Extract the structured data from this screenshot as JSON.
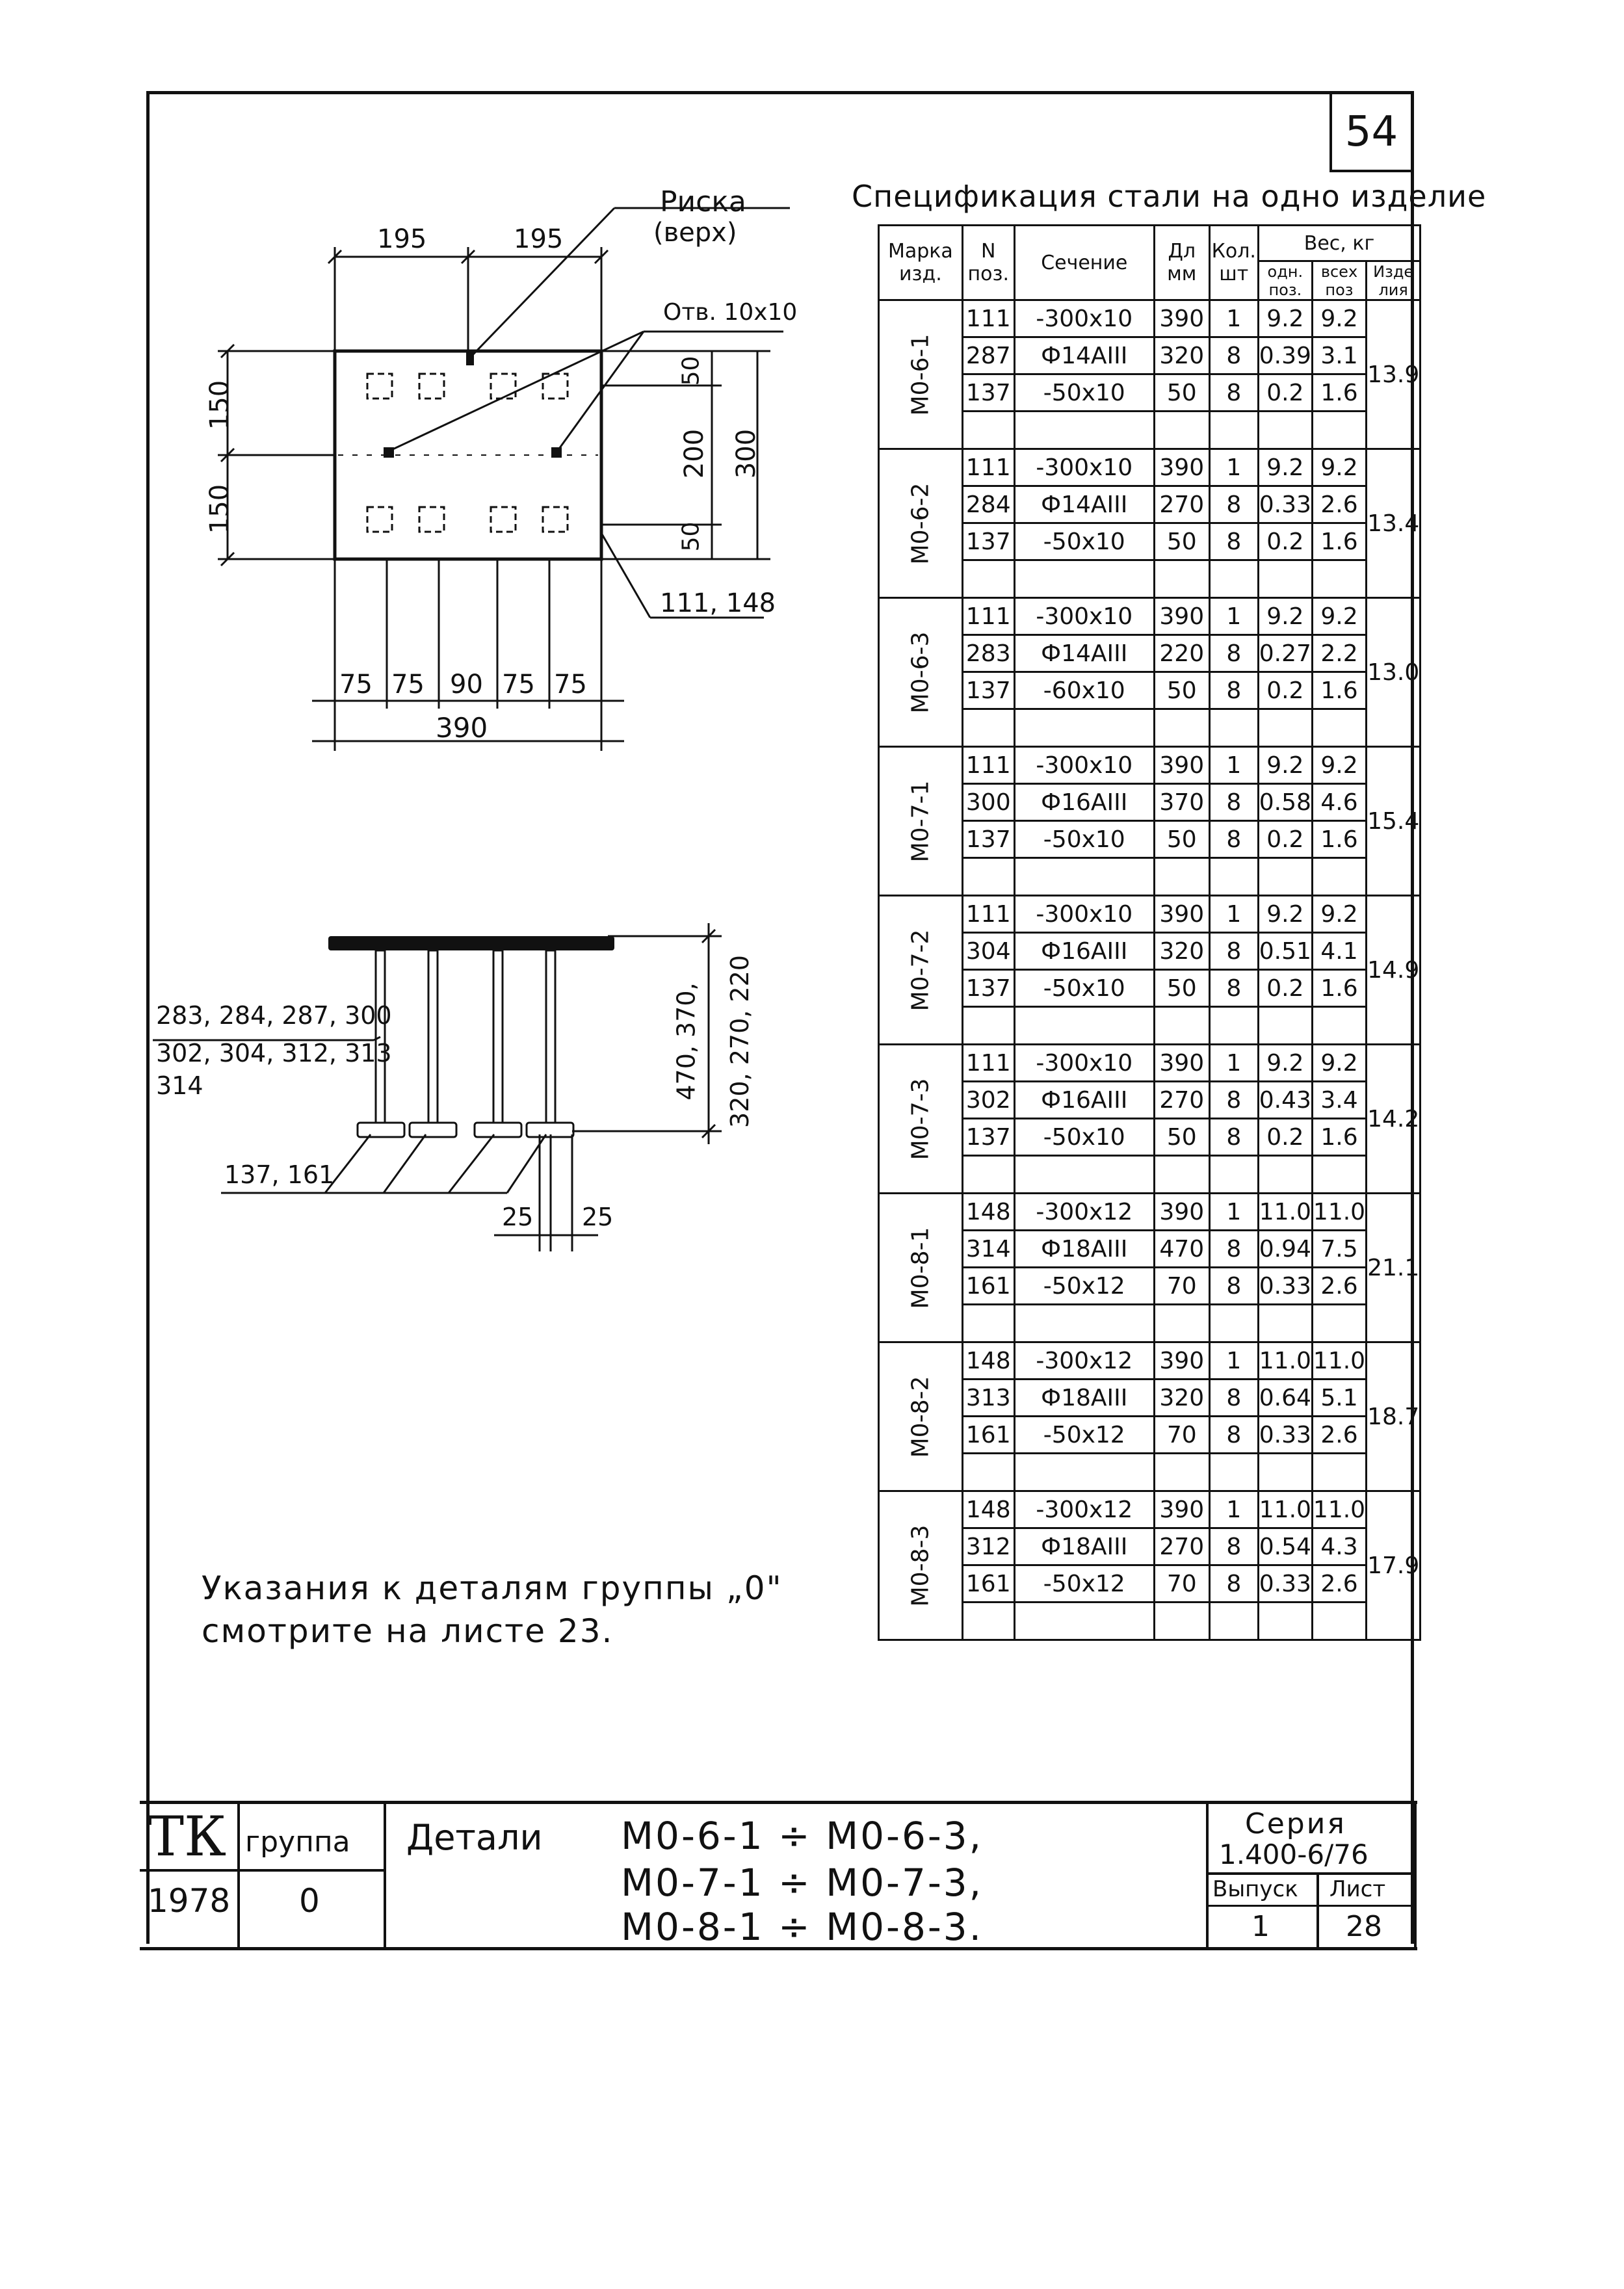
{
  "sheet_number": "54",
  "drawing": {
    "plan_labels": {
      "riska": "Риска",
      "riska_note": "(верх)",
      "hole": "Отв. 10х10",
      "dim_top_left": "195",
      "dim_top_right": "195",
      "dim_left_top": "150",
      "dim_left_bottom": "150",
      "dim_right_50_top": "50",
      "dim_right_200": "200",
      "dim_right_50_bottom": "50",
      "dim_right_300": "300",
      "pos_plate": "111, 148",
      "dims_bottom": [
        "75",
        "75",
        "90",
        "75",
        "75"
      ],
      "dim_total": "390"
    },
    "section_labels": {
      "rod_line1": "283, 284, 287, 300",
      "rod_line2": "302, 304, 312, 313",
      "rod_line3": "314",
      "washers": "137, 161",
      "height_1": "470, 370,",
      "height_2": "320, 270, 220",
      "dim_25_left": "25",
      "dim_25_right": "25"
    }
  },
  "spec": {
    "title": "Спецификация стали на одно изделие",
    "headers": {
      "mark_line1": "Марка",
      "mark_line2": "изд.",
      "pos_line1": "N",
      "pos_line2": "поз.",
      "section": "Сечение",
      "length_line1": "Дл",
      "length_line2": "мм",
      "qty_line1": "Кол.",
      "qty_line2": "шт",
      "weight": "Вес, кг",
      "w_one_line1": "одн.",
      "w_one_line2": "поз.",
      "w_all_line1": "всех",
      "w_all_line2": "поз",
      "w_item_line1": "Изде",
      "w_item_line2": "лия"
    },
    "groups": [
      {
        "mark": "М0-6-1",
        "total": "13.9",
        "rows": [
          {
            "pos": "111",
            "section": "-300х10",
            "length": "390",
            "qty": "1",
            "w_one": "9.2",
            "w_all": "9.2"
          },
          {
            "pos": "287",
            "section": "Ф14АIII",
            "length": "320",
            "qty": "8",
            "w_one": "0.39",
            "w_all": "3.1"
          },
          {
            "pos": "137",
            "section": "-50х10",
            "length": "50",
            "qty": "8",
            "w_one": "0.2",
            "w_all": "1.6"
          }
        ]
      },
      {
        "mark": "М0-6-2",
        "total": "13.4",
        "rows": [
          {
            "pos": "111",
            "section": "-300х10",
            "length": "390",
            "qty": "1",
            "w_one": "9.2",
            "w_all": "9.2"
          },
          {
            "pos": "284",
            "section": "Ф14АIII",
            "length": "270",
            "qty": "8",
            "w_one": "0.33",
            "w_all": "2.6"
          },
          {
            "pos": "137",
            "section": "-50х10",
            "length": "50",
            "qty": "8",
            "w_one": "0.2",
            "w_all": "1.6"
          }
        ]
      },
      {
        "mark": "М0-6-3",
        "total": "13.0",
        "rows": [
          {
            "pos": "111",
            "section": "-300х10",
            "length": "390",
            "qty": "1",
            "w_one": "9.2",
            "w_all": "9.2"
          },
          {
            "pos": "283",
            "section": "Ф14АIII",
            "length": "220",
            "qty": "8",
            "w_one": "0.27",
            "w_all": "2.2"
          },
          {
            "pos": "137",
            "section": "-60х10",
            "length": "50",
            "qty": "8",
            "w_one": "0.2",
            "w_all": "1.6"
          }
        ]
      },
      {
        "mark": "М0-7-1",
        "total": "15.4",
        "rows": [
          {
            "pos": "111",
            "section": "-300х10",
            "length": "390",
            "qty": "1",
            "w_one": "9.2",
            "w_all": "9.2"
          },
          {
            "pos": "300",
            "section": "Ф16АIII",
            "length": "370",
            "qty": "8",
            "w_one": "0.58",
            "w_all": "4.6"
          },
          {
            "pos": "137",
            "section": "-50х10",
            "length": "50",
            "qty": "8",
            "w_one": "0.2",
            "w_all": "1.6"
          }
        ]
      },
      {
        "mark": "М0-7-2",
        "total": "14.9",
        "rows": [
          {
            "pos": "111",
            "section": "-300х10",
            "length": "390",
            "qty": "1",
            "w_one": "9.2",
            "w_all": "9.2"
          },
          {
            "pos": "304",
            "section": "Ф16АIII",
            "length": "320",
            "qty": "8",
            "w_one": "0.51",
            "w_all": "4.1"
          },
          {
            "pos": "137",
            "section": "-50х10",
            "length": "50",
            "qty": "8",
            "w_one": "0.2",
            "w_all": "1.6"
          }
        ]
      },
      {
        "mark": "М0-7-3",
        "total": "14.2",
        "rows": [
          {
            "pos": "111",
            "section": "-300х10",
            "length": "390",
            "qty": "1",
            "w_one": "9.2",
            "w_all": "9.2"
          },
          {
            "pos": "302",
            "section": "Ф16АIII",
            "length": "270",
            "qty": "8",
            "w_one": "0.43",
            "w_all": "3.4"
          },
          {
            "pos": "137",
            "section": "-50х10",
            "length": "50",
            "qty": "8",
            "w_one": "0.2",
            "w_all": "1.6"
          }
        ]
      },
      {
        "mark": "М0-8-1",
        "total": "21.1",
        "rows": [
          {
            "pos": "148",
            "section": "-300х12",
            "length": "390",
            "qty": "1",
            "w_one": "11.0",
            "w_all": "11.0"
          },
          {
            "pos": "314",
            "section": "Ф18АIII",
            "length": "470",
            "qty": "8",
            "w_one": "0.94",
            "w_all": "7.5"
          },
          {
            "pos": "161",
            "section": "-50х12",
            "length": "70",
            "qty": "8",
            "w_one": "0.33",
            "w_all": "2.6"
          }
        ]
      },
      {
        "mark": "М0-8-2",
        "total": "18.7",
        "rows": [
          {
            "pos": "148",
            "section": "-300х12",
            "length": "390",
            "qty": "1",
            "w_one": "11.0",
            "w_all": "11.0"
          },
          {
            "pos": "313",
            "section": "Ф18АIII",
            "length": "320",
            "qty": "8",
            "w_one": "0.64",
            "w_all": "5.1"
          },
          {
            "pos": "161",
            "section": "-50х12",
            "length": "70",
            "qty": "8",
            "w_one": "0.33",
            "w_all": "2.6"
          }
        ]
      },
      {
        "mark": "М0-8-3",
        "total": "17.9",
        "rows": [
          {
            "pos": "148",
            "section": "-300х12",
            "length": "390",
            "qty": "1",
            "w_one": "11.0",
            "w_all": "11.0"
          },
          {
            "pos": "312",
            "section": "Ф18АIII",
            "length": "270",
            "qty": "8",
            "w_one": "0.54",
            "w_all": "4.3"
          },
          {
            "pos": "161",
            "section": "-50х12",
            "length": "70",
            "qty": "8",
            "w_one": "0.33",
            "w_all": "2.6"
          }
        ]
      }
    ]
  },
  "notes": {
    "line1": "Указания к деталям группы „0\"",
    "line2": "смотрите на листе 23."
  },
  "title_block": {
    "org": "ТК",
    "year": "1978",
    "group_label": "группа",
    "group_value": "0",
    "details_label": "Детали",
    "line1": "М0-6-1 ÷ М0-6-3,",
    "line2": "М0-7-1 ÷ М0-7-3,",
    "line3": "М0-8-1 ÷ М0-8-3.",
    "series_label": "Серия",
    "series_value": "1.400-6/76",
    "issue_label": "Выпуск",
    "issue_value": "1",
    "sheet_label": "Лист",
    "sheet_value": "28"
  }
}
